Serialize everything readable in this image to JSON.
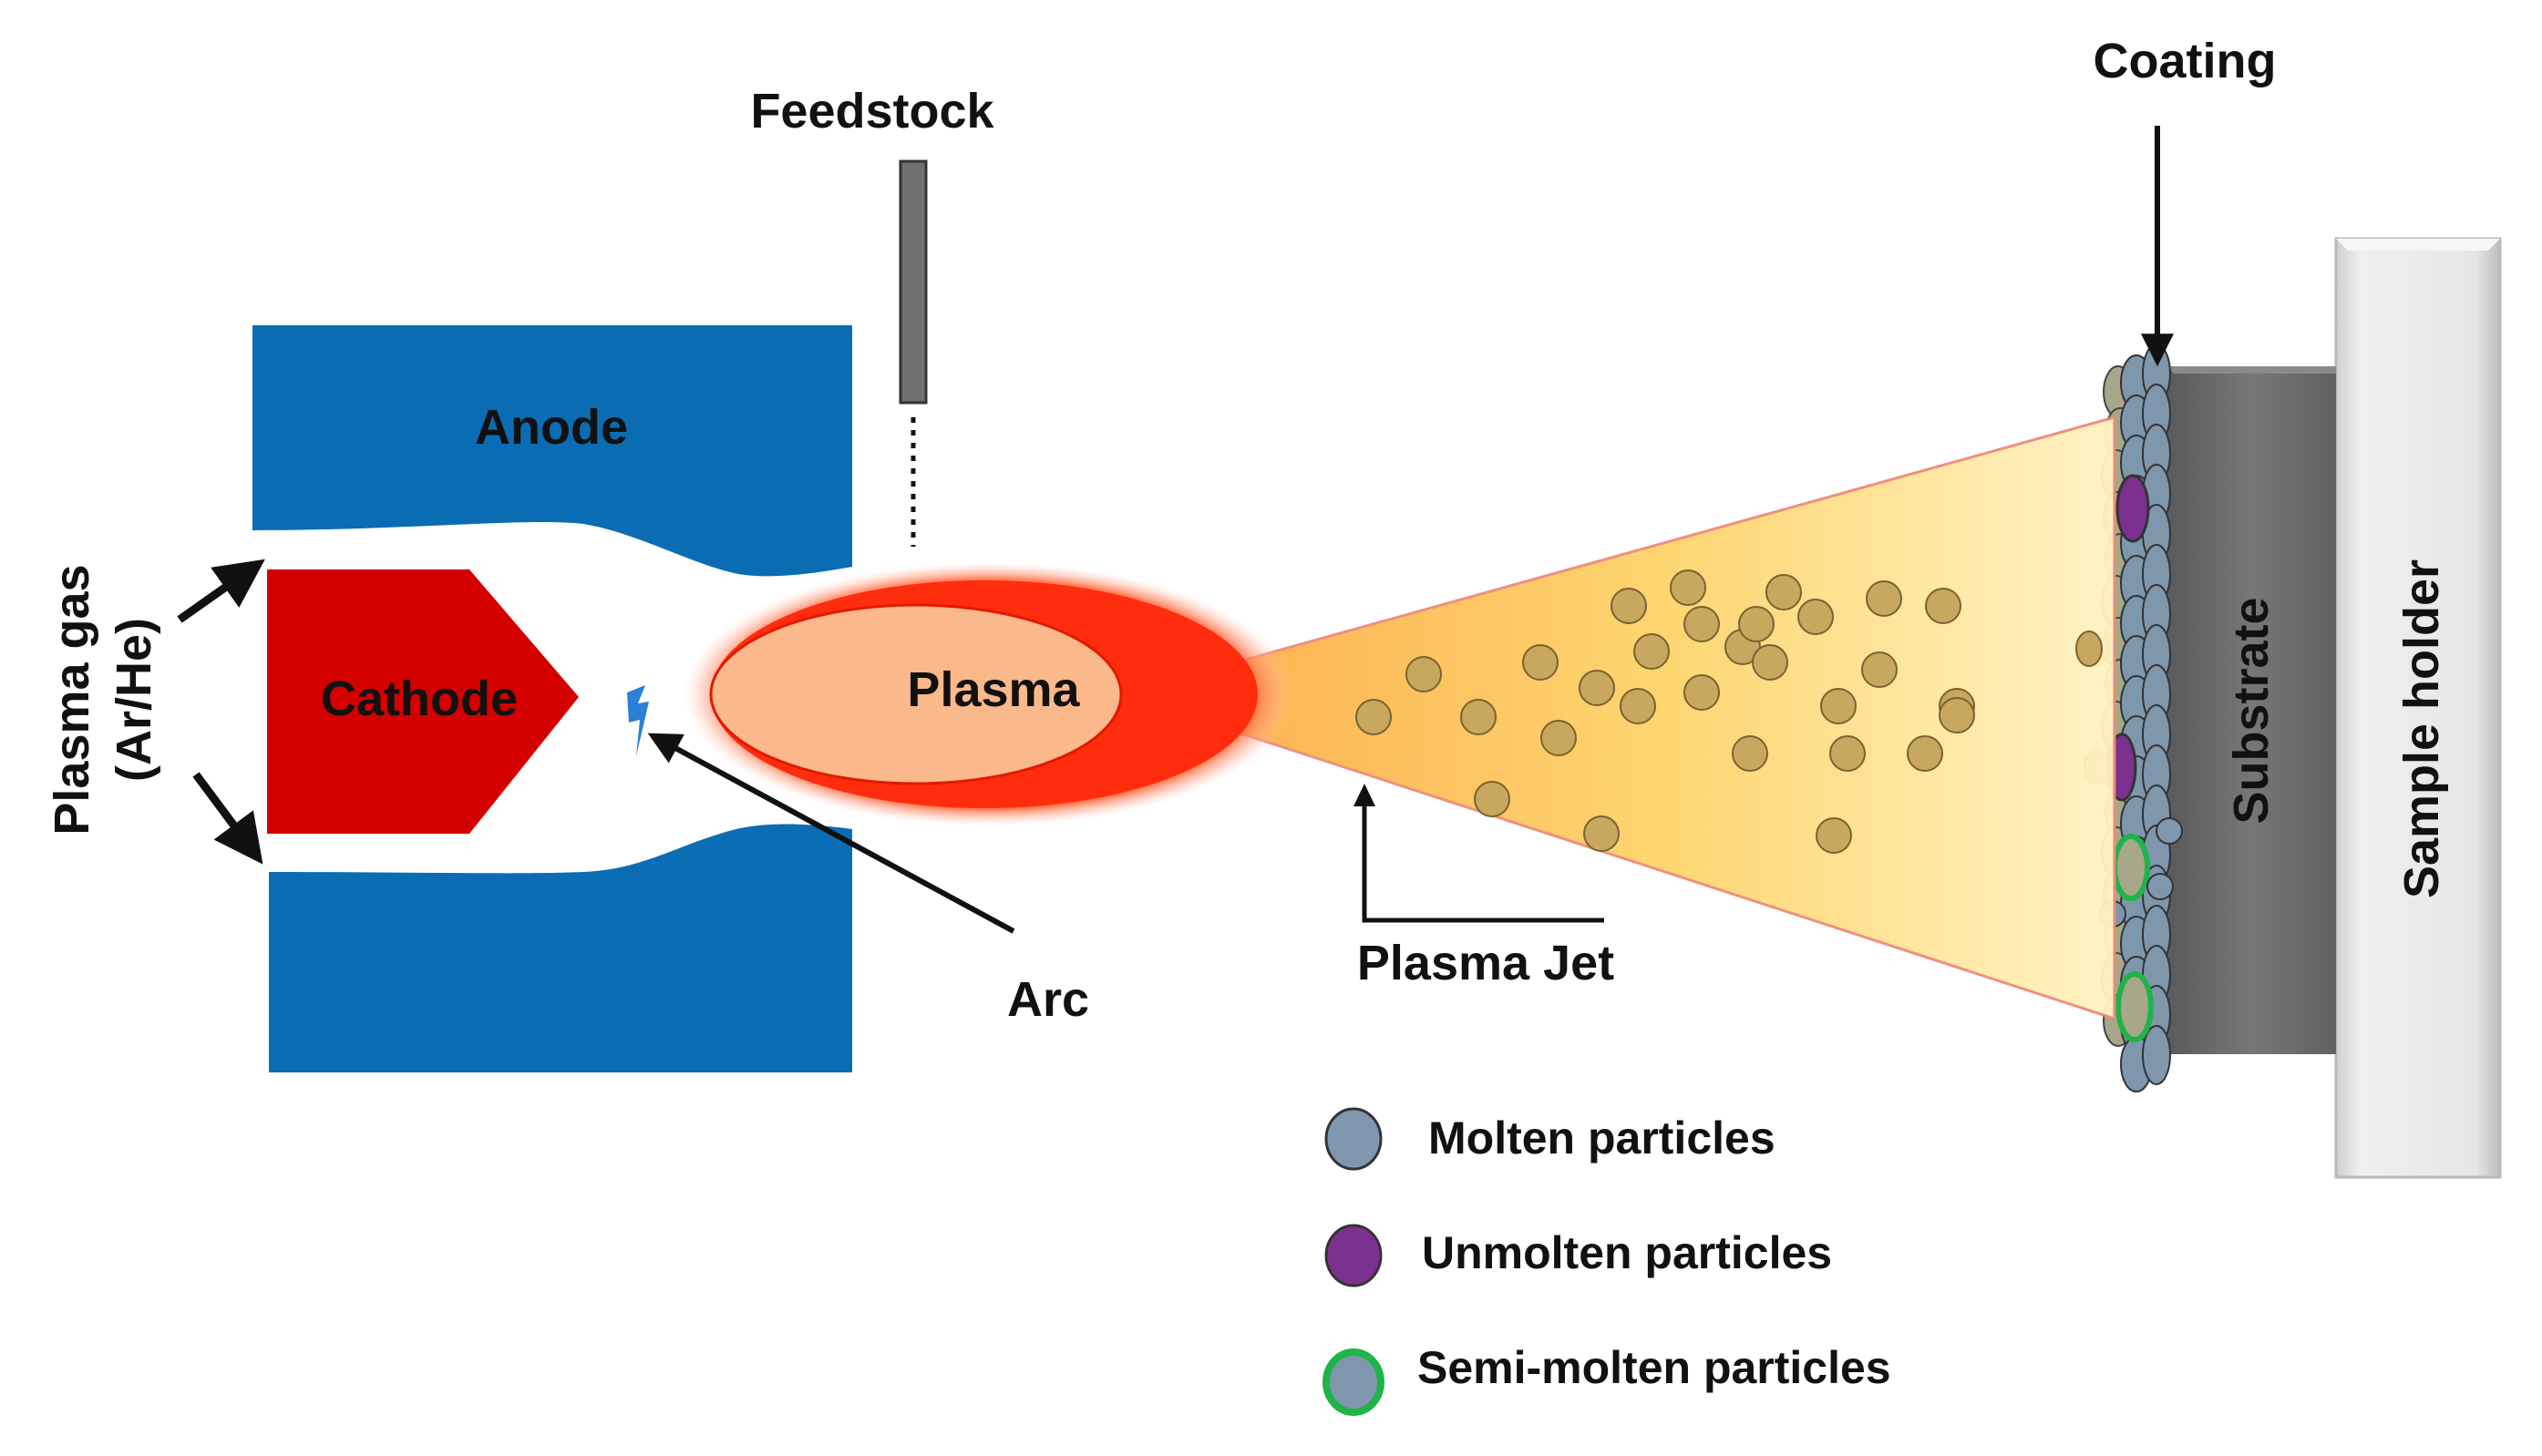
{
  "labels": {
    "feedstock": "Feedstock",
    "coating": "Coating",
    "anode": "Anode",
    "cathode": "Cathode",
    "plasma": "Plasma",
    "plasma_gas": "Plasma gas",
    "plasma_gas_type": "(Ar/He)",
    "arc": "Arc",
    "plasma_jet": "Plasma Jet",
    "substrate": "Substrate",
    "sample_holder": "Sample holder"
  },
  "legend": {
    "molten": "Molten particles",
    "unmolten": "Unmolten particles",
    "semi_molten": "Semi-molten particles"
  },
  "colors": {
    "electrode_blue": "#0a6db3",
    "cathode_red": "#d40000",
    "plasma_red": "#ff2a0a",
    "plasma_core": "#fbb88a",
    "jet_yellow": "#fdd46a",
    "feedstock_particle": "#c8a85e",
    "molten_particle": "#7f97ad",
    "unmolten_particle": "#7c3090",
    "semi_molten_ring": "#1fb34a",
    "substrate_gray": "#6e6e6e",
    "holder_gray": "#e2e2e2"
  }
}
